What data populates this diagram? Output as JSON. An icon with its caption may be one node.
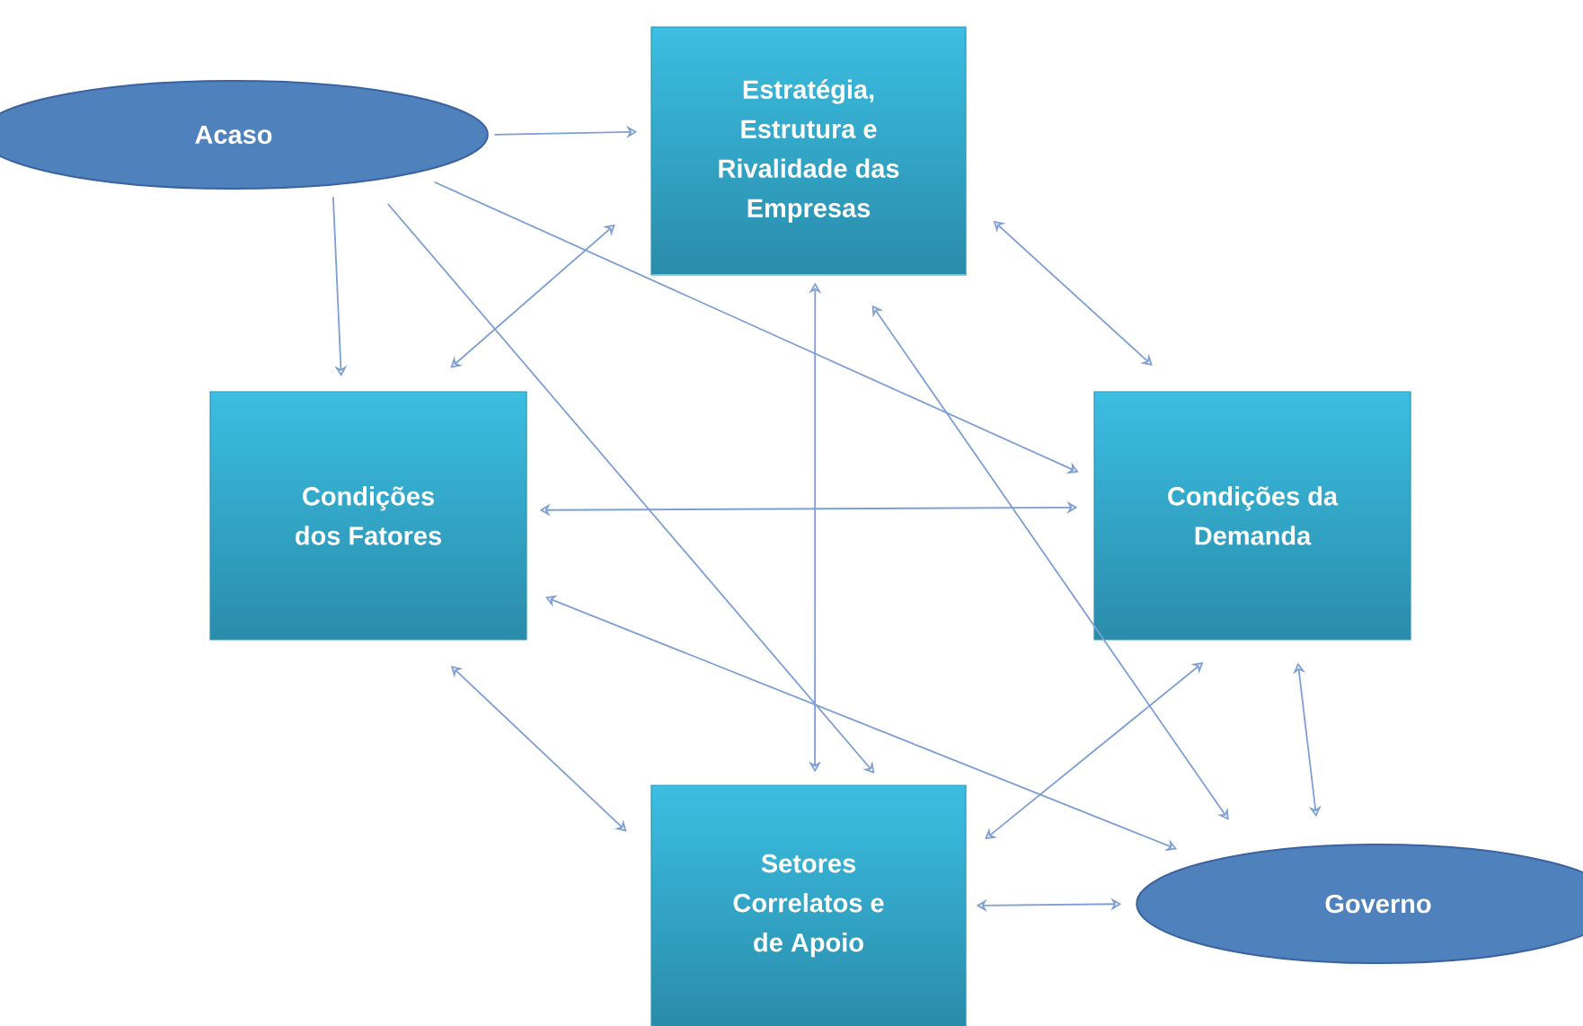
{
  "diagram": {
    "nodes": [
      {
        "text": [
          "Acaso"
        ]
      },
      {
        "text": [
          "Estratégia, Estrutura e Rivalidade das Empresas"
        ]
      },
      {
        "text": [
          "Condições dos Fatores"
        ]
      },
      {
        "text": [
          "Condições da Demanda"
        ]
      },
      {
        "text": [
          "Setores Correlatos e de Apoio"
        ]
      },
      {
        "text": [
          "Governo"
        ]
      }
    ],
    "edges": [
      {
        "from": 0,
        "to": 1,
        "arrow": "to"
      },
      {
        "from": 0,
        "to": 2,
        "arrow": "to"
      },
      {
        "from": 0,
        "to": 4,
        "arrow": "to"
      },
      {
        "from": 0,
        "to": 3,
        "arrow": "to"
      },
      {
        "from": 2,
        "to": 1,
        "arrow": "both"
      },
      {
        "from": 2,
        "to": 3,
        "arrow": "both"
      },
      {
        "from": 1,
        "to": 3,
        "arrow": "both"
      },
      {
        "from": 1,
        "to": 4,
        "arrow": "both"
      },
      {
        "from": 1,
        "to": 5,
        "arrow": "both"
      },
      {
        "from": 2,
        "to": 5,
        "arrow": "both"
      },
      {
        "from": 2,
        "to": 4,
        "arrow": "both"
      },
      {
        "from": 4,
        "to": 3,
        "arrow": "both"
      },
      {
        "from": 3,
        "to": 5,
        "arrow": "both"
      },
      {
        "from": 4,
        "to": 5,
        "arrow": "both"
      }
    ]
  }
}
